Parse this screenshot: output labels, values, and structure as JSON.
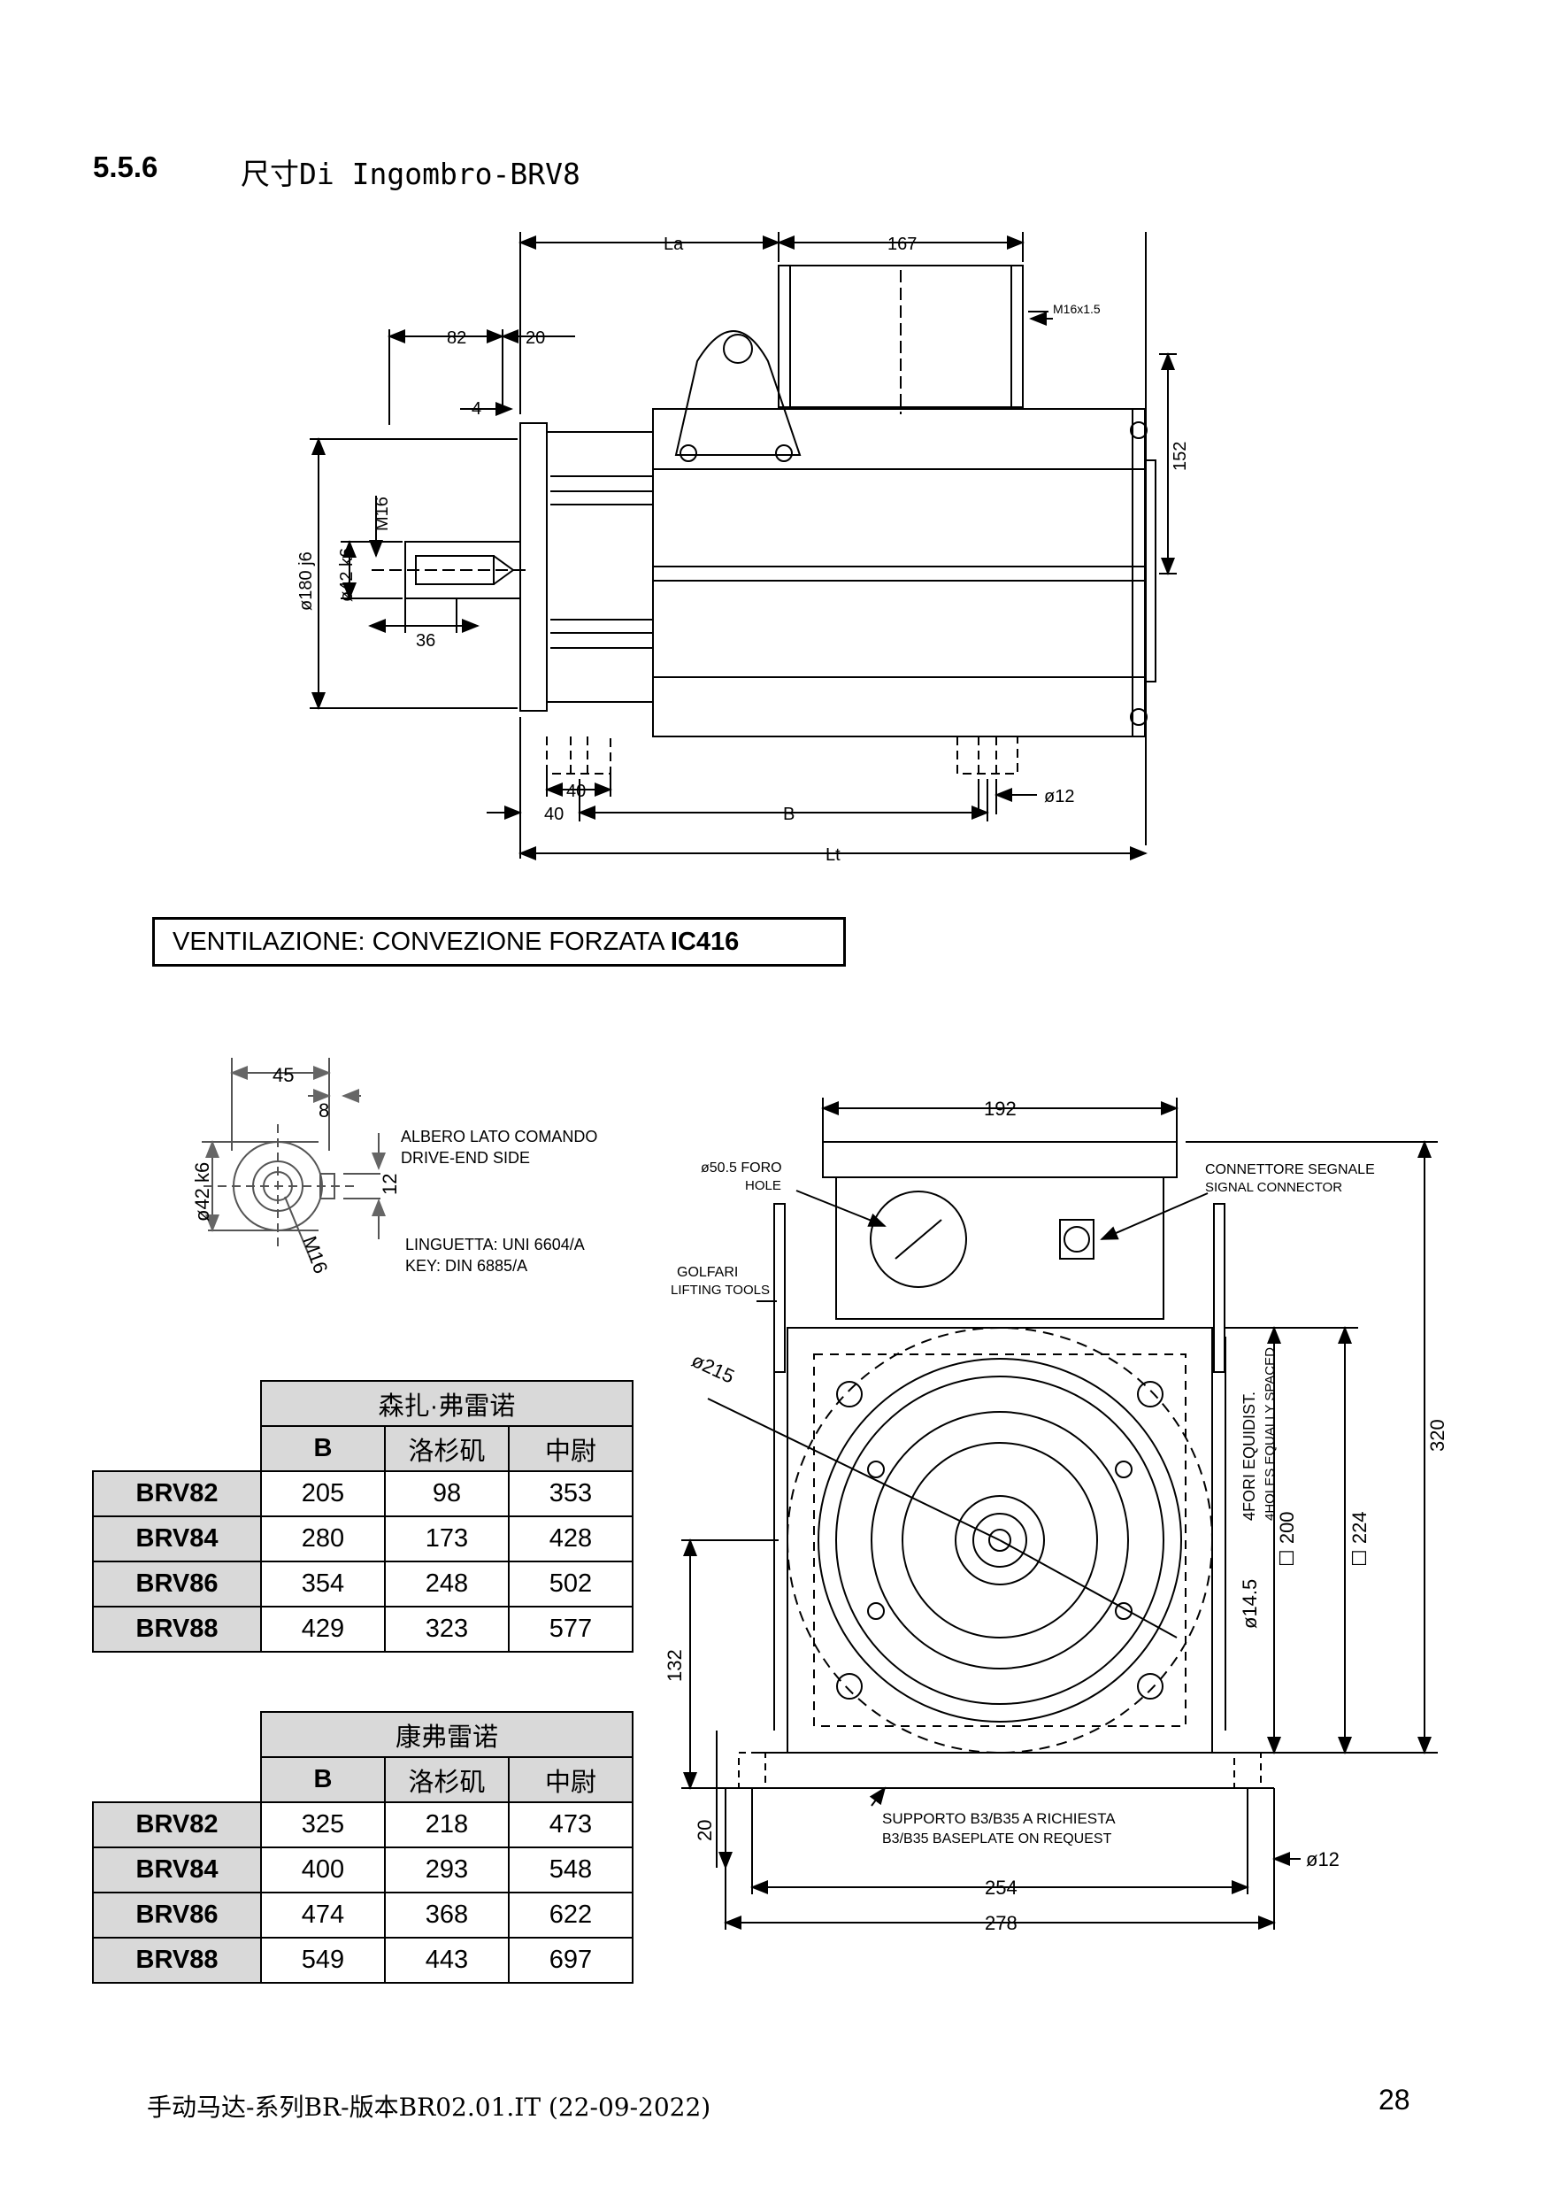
{
  "section": {
    "number": "5.5.6",
    "title": "尺寸Di Ingombro-BRV8"
  },
  "side_view": {
    "labels": {
      "La": "La",
      "d167": "167",
      "m16x15": "M16x1.5",
      "d82": "82",
      "d20": "20",
      "d4": "4",
      "d152": "152",
      "m16": "M16",
      "d180": "ø180 j6",
      "d42": "ø42 k6",
      "d36": "36",
      "d40a": "40",
      "d40b": "40",
      "B": "B",
      "d12": "ø12",
      "Lt": "Lt"
    }
  },
  "ventilation": {
    "text": "VENTILAZIONE: CONVEZIONE FORZATA ",
    "code": "IC416"
  },
  "shaft_view": {
    "labels": {
      "d45": "45",
      "d8": "8",
      "d42": "ø42 k6",
      "d12": "12",
      "m16": "M16",
      "albero_it": "ALBERO LATO COMANDO",
      "albero_en": "DRIVE-END SIDE",
      "key_it": "LINGUETTA: UNI 6604/A",
      "key_en": "KEY: DIN 6885/A"
    }
  },
  "front_view": {
    "labels": {
      "d192": "192",
      "foro_it": "ø50.5 FORO",
      "foro_en": "HOLE",
      "conn_it": "CONNETTORE SEGNALE",
      "conn_en": "SIGNAL CONNECTOR",
      "golfari_it": "GOLFARI",
      "golfari_en": "LIFTING TOOLS",
      "d215": "ø215",
      "holes_it": "4FORI EQUIDIST.",
      "holes_en": "4HOLES EQUALLY SPACED",
      "d145": "ø14.5",
      "d200": "☐ 200",
      "d224": "☐ 224",
      "d320": "320",
      "d132": "132",
      "supp_it": "SUPPORTO B3/B35 A RICHIESTA",
      "supp_en": "B3/B35 BASEPLATE ON REQUEST",
      "d20": "20",
      "d12": "ø12",
      "d254": "254",
      "d278": "278"
    }
  },
  "tables": [
    {
      "group": "森扎·弗雷诺",
      "columns": [
        "B",
        "洛杉矶",
        "中尉"
      ],
      "rows": [
        {
          "model": "BRV82",
          "values": [
            "205",
            "98",
            "353"
          ]
        },
        {
          "model": "BRV84",
          "values": [
            "280",
            "173",
            "428"
          ]
        },
        {
          "model": "BRV86",
          "values": [
            "354",
            "248",
            "502"
          ]
        },
        {
          "model": "BRV88",
          "values": [
            "429",
            "323",
            "577"
          ]
        }
      ]
    },
    {
      "group": "康弗雷诺",
      "columns": [
        "B",
        "洛杉矶",
        "中尉"
      ],
      "rows": [
        {
          "model": "BRV82",
          "values": [
            "325",
            "218",
            "473"
          ]
        },
        {
          "model": "BRV84",
          "values": [
            "400",
            "293",
            "548"
          ]
        },
        {
          "model": "BRV86",
          "values": [
            "474",
            "368",
            "622"
          ]
        },
        {
          "model": "BRV88",
          "values": [
            "549",
            "443",
            "697"
          ]
        }
      ]
    }
  ],
  "footer": {
    "text": "手动马达-系列BR-版本BR02.01.IT (22-09-2022)",
    "page": "28"
  }
}
